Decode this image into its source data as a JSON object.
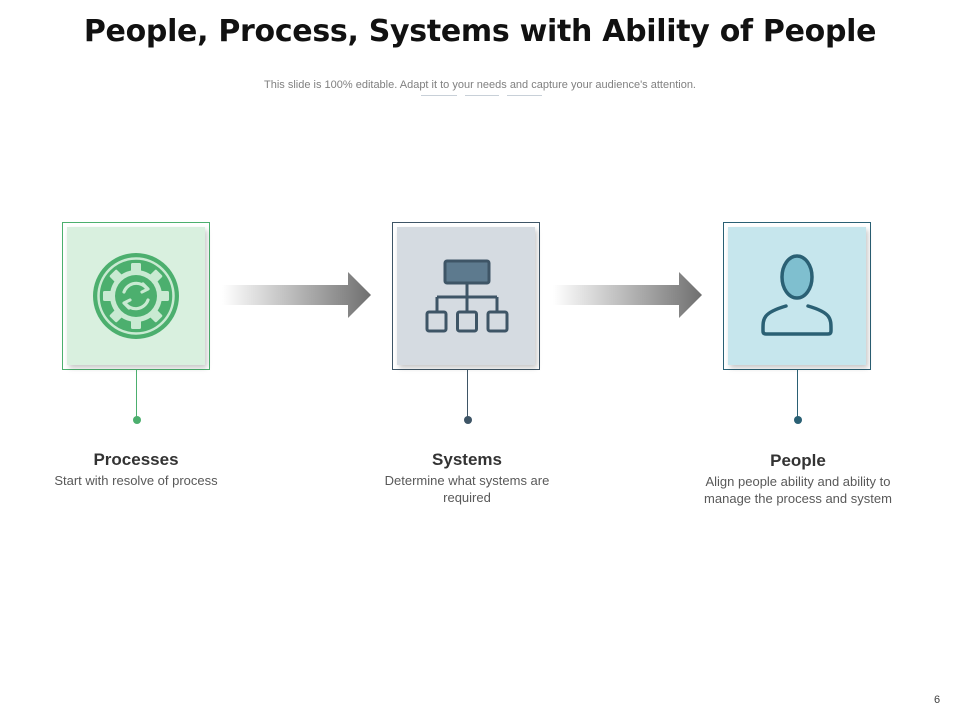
{
  "slide": {
    "title": "People, Process, Systems with Ability of People",
    "subtitle": "This slide is 100% editable. Adapt it to your needs and capture your audience's attention.",
    "page_number": "6"
  },
  "steps": [
    {
      "label": "Processes",
      "description": "Start with resolve of process",
      "icon": "gear-refresh-icon",
      "accent_color": "#4caf6e",
      "fill_color": "#d9f0df"
    },
    {
      "label": "Systems",
      "description": "Determine what systems are required",
      "icon": "hierarchy-icon",
      "accent_color": "#3e5566",
      "fill_color": "#d5dbe1"
    },
    {
      "label": "People",
      "description": "Align people ability and ability to manage the process and system",
      "icon": "person-icon",
      "accent_color": "#2a6074",
      "fill_color": "#c6e6ed"
    }
  ]
}
